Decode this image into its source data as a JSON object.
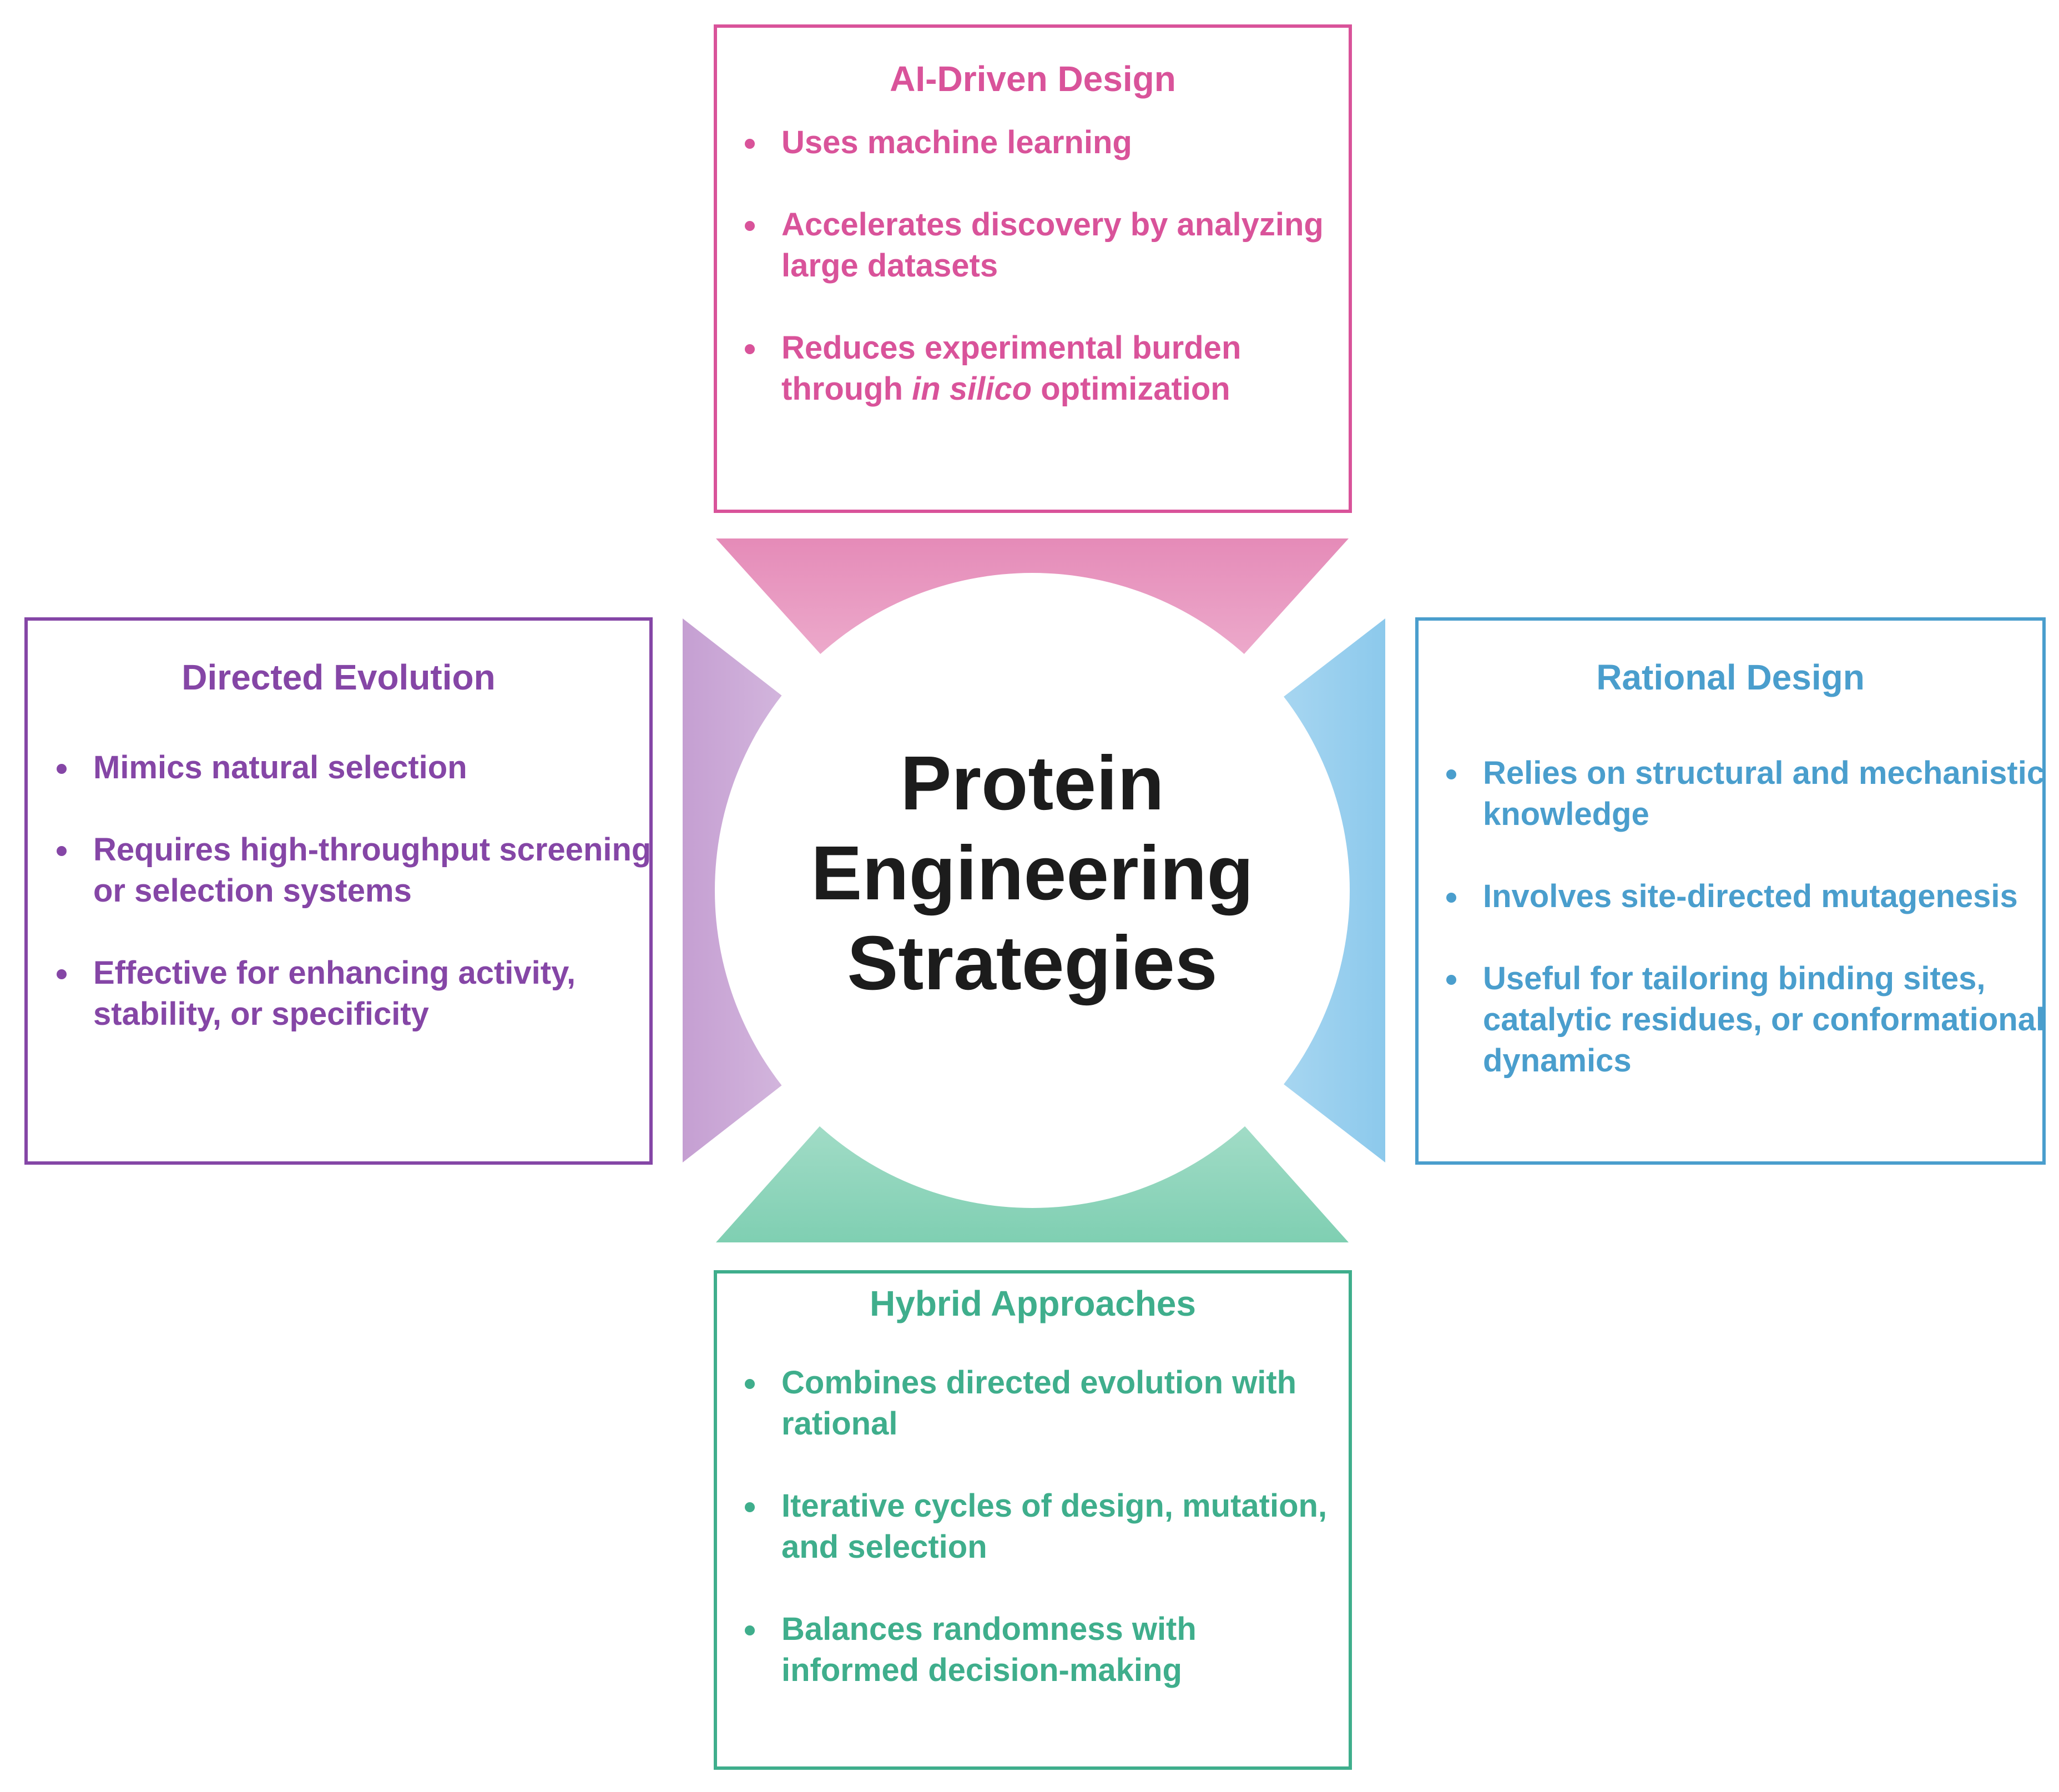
{
  "center": {
    "line1": "Protein",
    "line2": "Engineering",
    "line3": "Strategies"
  },
  "colors": {
    "ai": "#d9539a",
    "directed": "#8546a6",
    "rational": "#4a9ecd",
    "hybrid": "#3fae8c",
    "center_text": "#1c1c1c"
  },
  "ai_driven": {
    "title": "AI-Driven Design",
    "items": [
      "Uses machine learning",
      "Accelerates discovery by analyzing large datasets",
      {
        "before": "Reduces experimental burden through ",
        "italic": "in silico",
        "after": " optimization"
      }
    ]
  },
  "directed_evolution": {
    "title": "Directed Evolution",
    "items": [
      "Mimics natural selection",
      "Requires high-throughput screening or selection systems",
      "Effective for enhancing activity, stability, or specificity"
    ]
  },
  "rational_design": {
    "title": "Rational Design",
    "items": [
      "Relies on structural and mechanistic knowledge",
      "Involves site-directed mutagenesis",
      "Useful for tailoring binding sites, catalytic residues, or conformational dynamics"
    ]
  },
  "hybrid": {
    "title": "Hybrid Approaches",
    "items": [
      "Combines directed evolution with rational",
      "Iterative cycles of design, mutation, and selection",
      "Balances randomness with informed decision-making"
    ]
  }
}
